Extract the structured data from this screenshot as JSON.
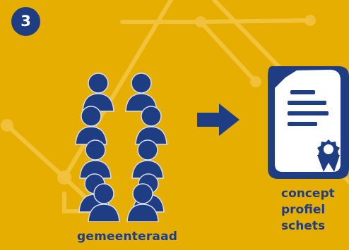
{
  "step": {
    "number": "3"
  },
  "labels": {
    "group": "gemeenteraad",
    "document_lines": [
      "concept",
      "profiel",
      "schets"
    ]
  },
  "icons": {
    "people": "people-group-icon",
    "arrow": "arrow-right-icon",
    "document": "certificate-document-icon"
  },
  "colors": {
    "background": "#e6ae00",
    "primary": "#1f3d83",
    "document_fill": "#ffffff",
    "network_lines": "#f4c94a"
  }
}
